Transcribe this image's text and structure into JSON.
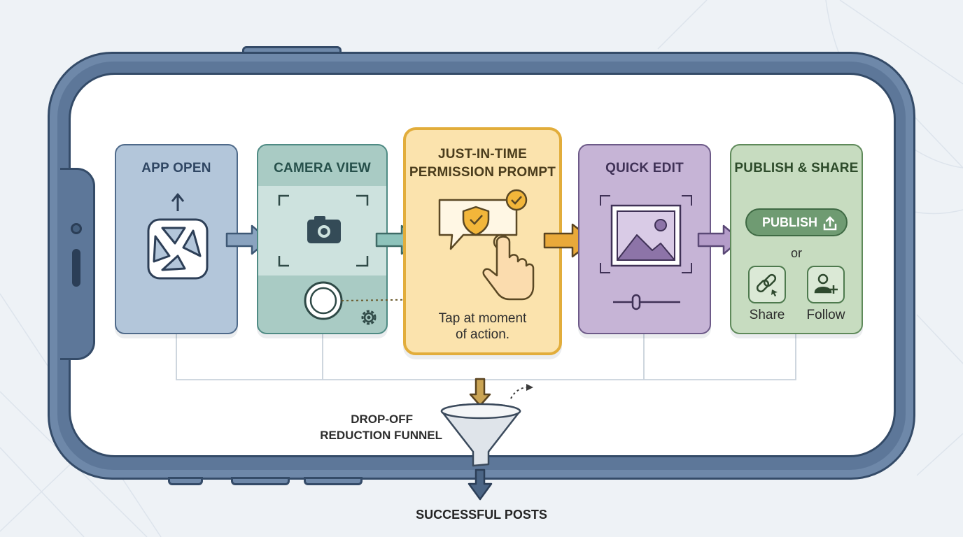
{
  "stages": [
    {
      "title": "APP OPEN",
      "icon": "shutter-app-icon",
      "color": "#b3c6da"
    },
    {
      "title": "CAMERA VIEW",
      "icon": "camera-icon",
      "color": "#a9cbc4"
    },
    {
      "title_lines": [
        "JUST-IN-TIME",
        "PERMISSION PROMPT"
      ],
      "caption_lines": [
        "Tap at moment",
        "of action."
      ],
      "icon": "shield-check-icon",
      "color": "#fbe3ad"
    },
    {
      "title": "QUICK EDIT",
      "icon": "image-icon",
      "color": "#c6b4d6"
    },
    {
      "title": "PUBLISH & SHARE",
      "publish_label": "PUBLISH",
      "or_label": "or",
      "share_label": "Share",
      "follow_label": "Follow",
      "color": "#c7dcc0"
    }
  ],
  "funnel": {
    "label_lines": [
      "DROP-OFF",
      "REDUCTION FUNNEL"
    ],
    "output_label": "SUCCESSFUL POSTS"
  },
  "colors": {
    "frame": "#5d7799",
    "accent_yellow": "#e2ad3b",
    "arrow_blue": "#8aa3bf",
    "arrow_teal": "#8ec3bb",
    "arrow_purple": "#b49cc9"
  }
}
